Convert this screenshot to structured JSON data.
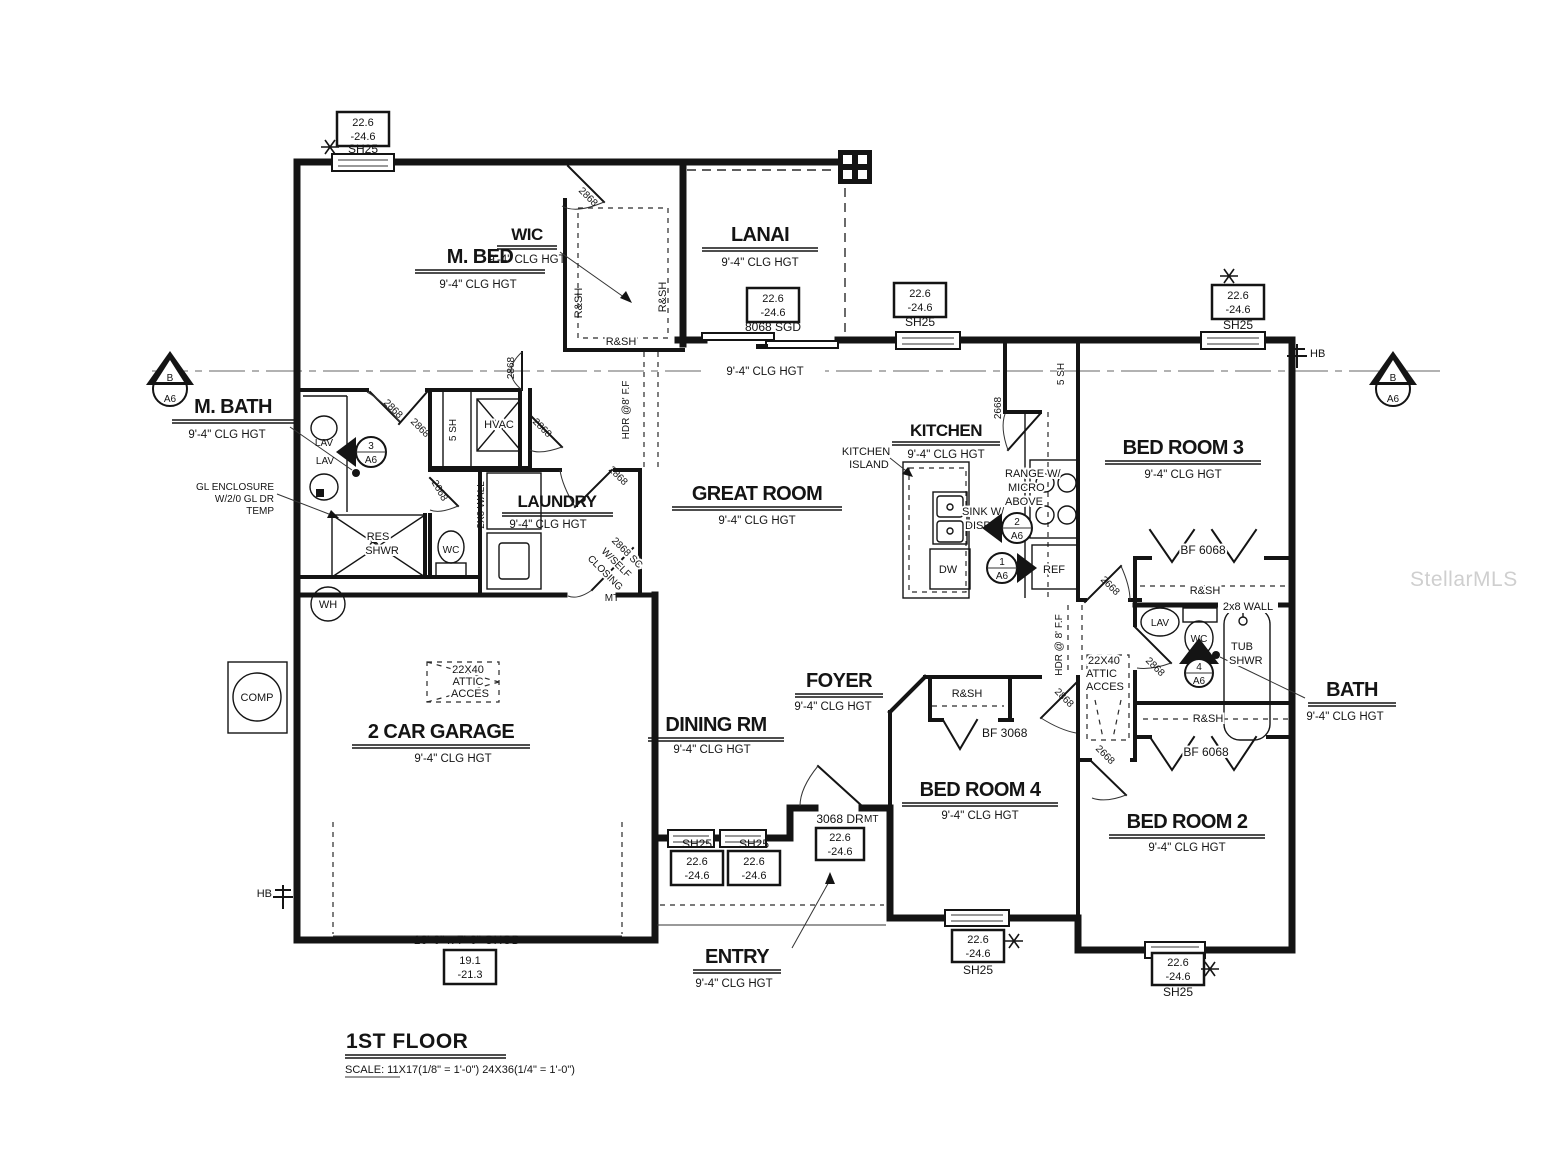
{
  "drawing": {
    "title": "1ST FLOOR",
    "scale": "SCALE:  11X17(1/8\" = 1'-0\")  24X36(1/4\" = 1'-0\")",
    "watermark": "StellarMLS",
    "clg_note": "9'-4\" CLG HGT",
    "line_color": "#141414",
    "paper_color": "#ffffff"
  },
  "rooms": {
    "m_bed": {
      "name": "M. BED",
      "clg": "9'-4\" CLG HGT"
    },
    "wic": {
      "name": "WIC",
      "clg": "9'-4\" CLG HGT"
    },
    "lanai": {
      "name": "LANAI",
      "clg": "9'-4\" CLG HGT"
    },
    "m_bath": {
      "name": "M. BATH",
      "clg": "9'-4\" CLG HGT"
    },
    "laundry": {
      "name": "LAUNDRY",
      "clg": "9'-4\" CLG HGT"
    },
    "great": {
      "name": "GREAT ROOM",
      "clg": "9'-4\" CLG HGT"
    },
    "kitchen": {
      "name": "KITCHEN",
      "clg": "9'-4\" CLG HGT"
    },
    "bed3": {
      "name": "BED ROOM 3",
      "clg": "9'-4\" CLG HGT"
    },
    "bath": {
      "name": "BATH",
      "clg": "9'-4\" CLG HGT"
    },
    "garage": {
      "name": "2 CAR GARAGE",
      "clg": "9'-4\" CLG HGT"
    },
    "dining": {
      "name": "DINING RM",
      "clg": "9'-4\" CLG HGT"
    },
    "foyer": {
      "name": "FOYER",
      "clg": "9'-4\" CLG HGT"
    },
    "bed4": {
      "name": "BED ROOM 4",
      "clg": "9'-4\" CLG HGT"
    },
    "bed2": {
      "name": "BED ROOM 2",
      "clg": "9'-4\" CLG HGT"
    },
    "entry": {
      "name": "ENTRY",
      "clg": "9'-4\" CLG HGT"
    }
  },
  "callouts": {
    "mbed_win": {
      "a": "22.6",
      "b": "-24.6",
      "tag": "SH25"
    },
    "lanai_sgd": {
      "a": "22.6",
      "b": "-24.6",
      "tag": "8068 SGD"
    },
    "kitchen_win": {
      "a": "22.6",
      "b": "-24.6",
      "tag": "SH25"
    },
    "bed3_win": {
      "a": "22.6",
      "b": "-24.6",
      "tag": "SH25"
    },
    "entry_win1": {
      "a": "22.6",
      "b": "-24.6",
      "tag": "SH25"
    },
    "entry_win2": {
      "a": "22.6",
      "b": "-24.6",
      "tag": "SH25"
    },
    "front_door": {
      "a": "22.6",
      "b": "-24.6",
      "tag": "3068 DR",
      "mt": "MT"
    },
    "bed4_win": {
      "a": "22.6",
      "b": "-24.6",
      "tag": "SH25"
    },
    "bed2_win": {
      "a": "22.6",
      "b": "-24.6",
      "tag": "SH25"
    },
    "garage_door": {
      "a": "19.1",
      "b": "-21.3",
      "tag": "16'-0\" x 7'-0\" OHGD"
    }
  },
  "fixtures": {
    "kitchen_island_1": "KITCHEN",
    "kitchen_island_2": "ISLAND",
    "sink_1": "SINK W/",
    "sink_2": "DISP",
    "dw": "DW",
    "ref": "REF",
    "range_1": "RANGE W/",
    "range_2": "MICRO",
    "range_3": "ABOVE",
    "pantry_shelf": "5 SH",
    "mbath_shelf": "5 SH",
    "hvac": "HVAC",
    "lav_a": "LAV",
    "lav_b": "LAV",
    "lav_c": "LAV",
    "wc_a": "WC",
    "wc_b": "WC",
    "tub_1": "TUB",
    "tub_2": "SHWR",
    "res_1": "RES",
    "res_2": "SHWR",
    "gl_1": "GL ENCLOSURE",
    "gl_2": "W/2/0 GL DR",
    "gl_3": "TEMP",
    "wh": "WH",
    "comp": "COMP",
    "attic_1": "22X40",
    "attic_2": "ATTIC",
    "attic_3": "ACCES",
    "rsh_a": "R&SH",
    "rsh_b": "R&SH",
    "rsh_c": "R&SH",
    "rsh_d": "R&SH",
    "rsh_e": "R&SH",
    "rsh_f": "R&SH",
    "wall_2x8": "2x8 WALL",
    "wall_2x6": "2X6 WALL",
    "bf6068_a": "BF 6068",
    "bf6068_b": "BF 6068",
    "bf3068": "BF 3068",
    "hdr_a": "HDR @8' F.F",
    "hdr_b": "HDR @ 8' F.F",
    "sc_1": "2868 SC",
    "sc_2": "W/SELF",
    "sc_3": "CLOSING",
    "sc_mt": "MT"
  },
  "doors": {
    "wic": "2868",
    "mbed": "2868",
    "mbath_a": "2868",
    "mbath_b": "2868",
    "mbath_wc": "2668",
    "hall_mbath": "2868",
    "laundry": "2868",
    "pantry": "2668",
    "bed3": "2668",
    "bath": "2868",
    "bed4": "2868",
    "bed2": "2668"
  },
  "markers": {
    "b": "B",
    "a6": "A6",
    "hb": "HB",
    "n1": "1",
    "n2": "2",
    "n3": "3",
    "n4": "4"
  }
}
